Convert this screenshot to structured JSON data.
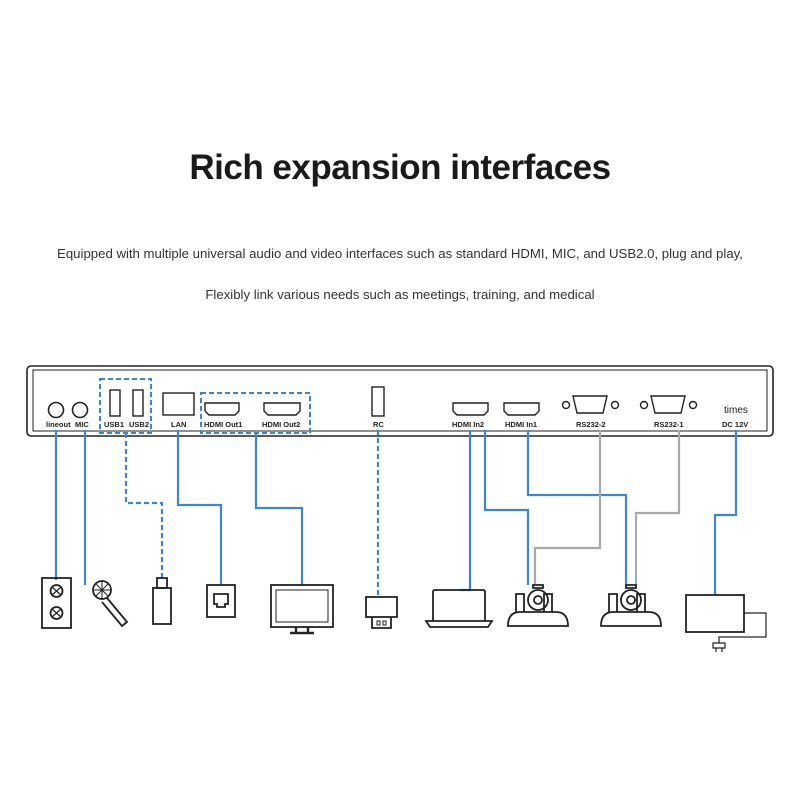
{
  "header": {
    "title": "Rich expansion interfaces",
    "line1": "Equipped with multiple universal audio and video interfaces such as standard HDMI, MIC, and USB2.0, plug and play,",
    "line2": "Flexibly link various needs such as meetings, training, and medical"
  },
  "ports": {
    "lineout": "lineout",
    "mic": "MIC",
    "usb1": "USB1",
    "usb2": "USB2",
    "lan": "LAN",
    "hdmi_out1": "HDMI Out1",
    "hdmi_out2": "HDMI Out2",
    "rc": "RC",
    "hdmi_in2": "HDMI In2",
    "hdmi_in1": "HDMI In1",
    "rs232_2": "RS232-2",
    "rs232_1": "RS232-1",
    "times": "times",
    "dc12v": "DC 12V"
  },
  "colors": {
    "link": "#3f86c6",
    "serial": "#a8a8a8",
    "outline": "#222222"
  },
  "devices": [
    "speaker-icon",
    "microphone-icon",
    "usb-drive-icon",
    "network-socket-icon",
    "monitor-icon",
    "receiver-icon",
    "laptop-icon",
    "ptz-camera-icon",
    "ptz-camera-icon",
    "power-adapter-icon"
  ]
}
